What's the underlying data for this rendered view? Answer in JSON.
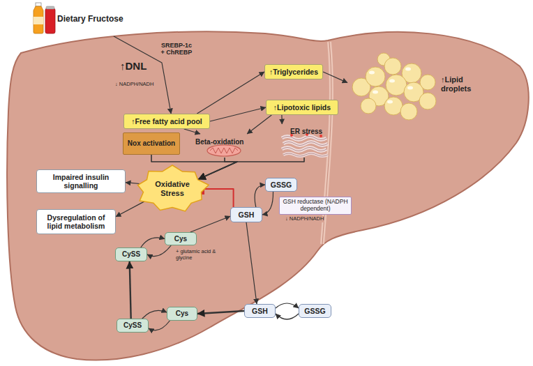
{
  "diagram": {
    "nodes": [
      {
        "text": [
          "Dietary Fructose"
        ]
      },
      {
        "text": [
          "↑Free fatty acid pool"
        ]
      },
      {
        "text": [
          "↑Triglycerides"
        ]
      },
      {
        "text": [
          "↑Lipotoxic lipids"
        ]
      },
      {
        "text": [
          "↑Lipid droplets"
        ]
      },
      {
        "text": [
          "Nox activation"
        ]
      },
      {
        "text": [
          "Beta-oxidation"
        ]
      },
      {
        "text": [
          "ER stress"
        ]
      },
      {
        "text": [
          "Oxidative Stress"
        ]
      },
      {
        "text": [
          "Impaired insulin signalling"
        ]
      },
      {
        "text": [
          "Dysregulation of lipid metabolism"
        ]
      },
      {
        "text": [
          "GSSG"
        ]
      },
      {
        "text": [
          "GSH"
        ]
      },
      {
        "text": [
          "GSH reductase (NADPH dependent)"
        ]
      },
      {
        "text": [
          "Cys"
        ]
      },
      {
        "text": [
          "CySS"
        ]
      },
      {
        "text": [
          "GSH"
        ]
      },
      {
        "text": [
          "GSSG"
        ]
      },
      {
        "text": [
          "CySS"
        ]
      },
      {
        "text": [
          "Cys"
        ]
      }
    ],
    "edges": [
      {
        "from": 0,
        "to": 1,
        "arrow": "to"
      },
      {
        "from": 1,
        "to": 2,
        "arrow": "to"
      },
      {
        "from": 1,
        "to": 3,
        "arrow": "to"
      },
      {
        "from": 2,
        "to": 4,
        "arrow": "to"
      },
      {
        "from": 1,
        "to": 6,
        "arrow": "to"
      },
      {
        "from": 3,
        "to": 6,
        "arrow": "to"
      },
      {
        "from": 3,
        "to": 7,
        "arrow": "to"
      },
      {
        "from": 5,
        "to": 8,
        "arrow": "to"
      },
      {
        "from": 6,
        "to": 8,
        "arrow": "to"
      },
      {
        "from": 7,
        "to": 8,
        "arrow": "to"
      },
      {
        "from": 8,
        "to": 9,
        "arrow": "to"
      },
      {
        "from": 8,
        "to": 10,
        "arrow": "to"
      },
      {
        "from": 12,
        "to": 8,
        "arrow": "to"
      },
      {
        "from": 12,
        "to": 11,
        "arrow": "to"
      },
      {
        "from": 11,
        "to": 12,
        "arrow": "to"
      },
      {
        "from": 14,
        "to": 12,
        "arrow": "to"
      },
      {
        "from": 15,
        "to": 14,
        "arrow": "to"
      },
      {
        "from": 14,
        "to": 15,
        "arrow": "to"
      },
      {
        "from": 12,
        "to": 16,
        "arrow": "to"
      },
      {
        "from": 16,
        "to": 17,
        "arrow": "to"
      },
      {
        "from": 17,
        "to": 16,
        "arrow": "to"
      },
      {
        "from": 18,
        "to": 19,
        "arrow": "to"
      },
      {
        "from": 19,
        "to": 18,
        "arrow": "to"
      },
      {
        "from": 16,
        "to": 19,
        "arrow": "to"
      },
      {
        "from": 18,
        "to": 15,
        "arrow": "to"
      }
    ],
    "labels": [
      "↑DNL",
      "↓ NADPH/NADH",
      "SREBP-1c + ChREBP",
      "+ glutamic acid & glycine",
      "↓ NADPH/NADH"
    ]
  }
}
